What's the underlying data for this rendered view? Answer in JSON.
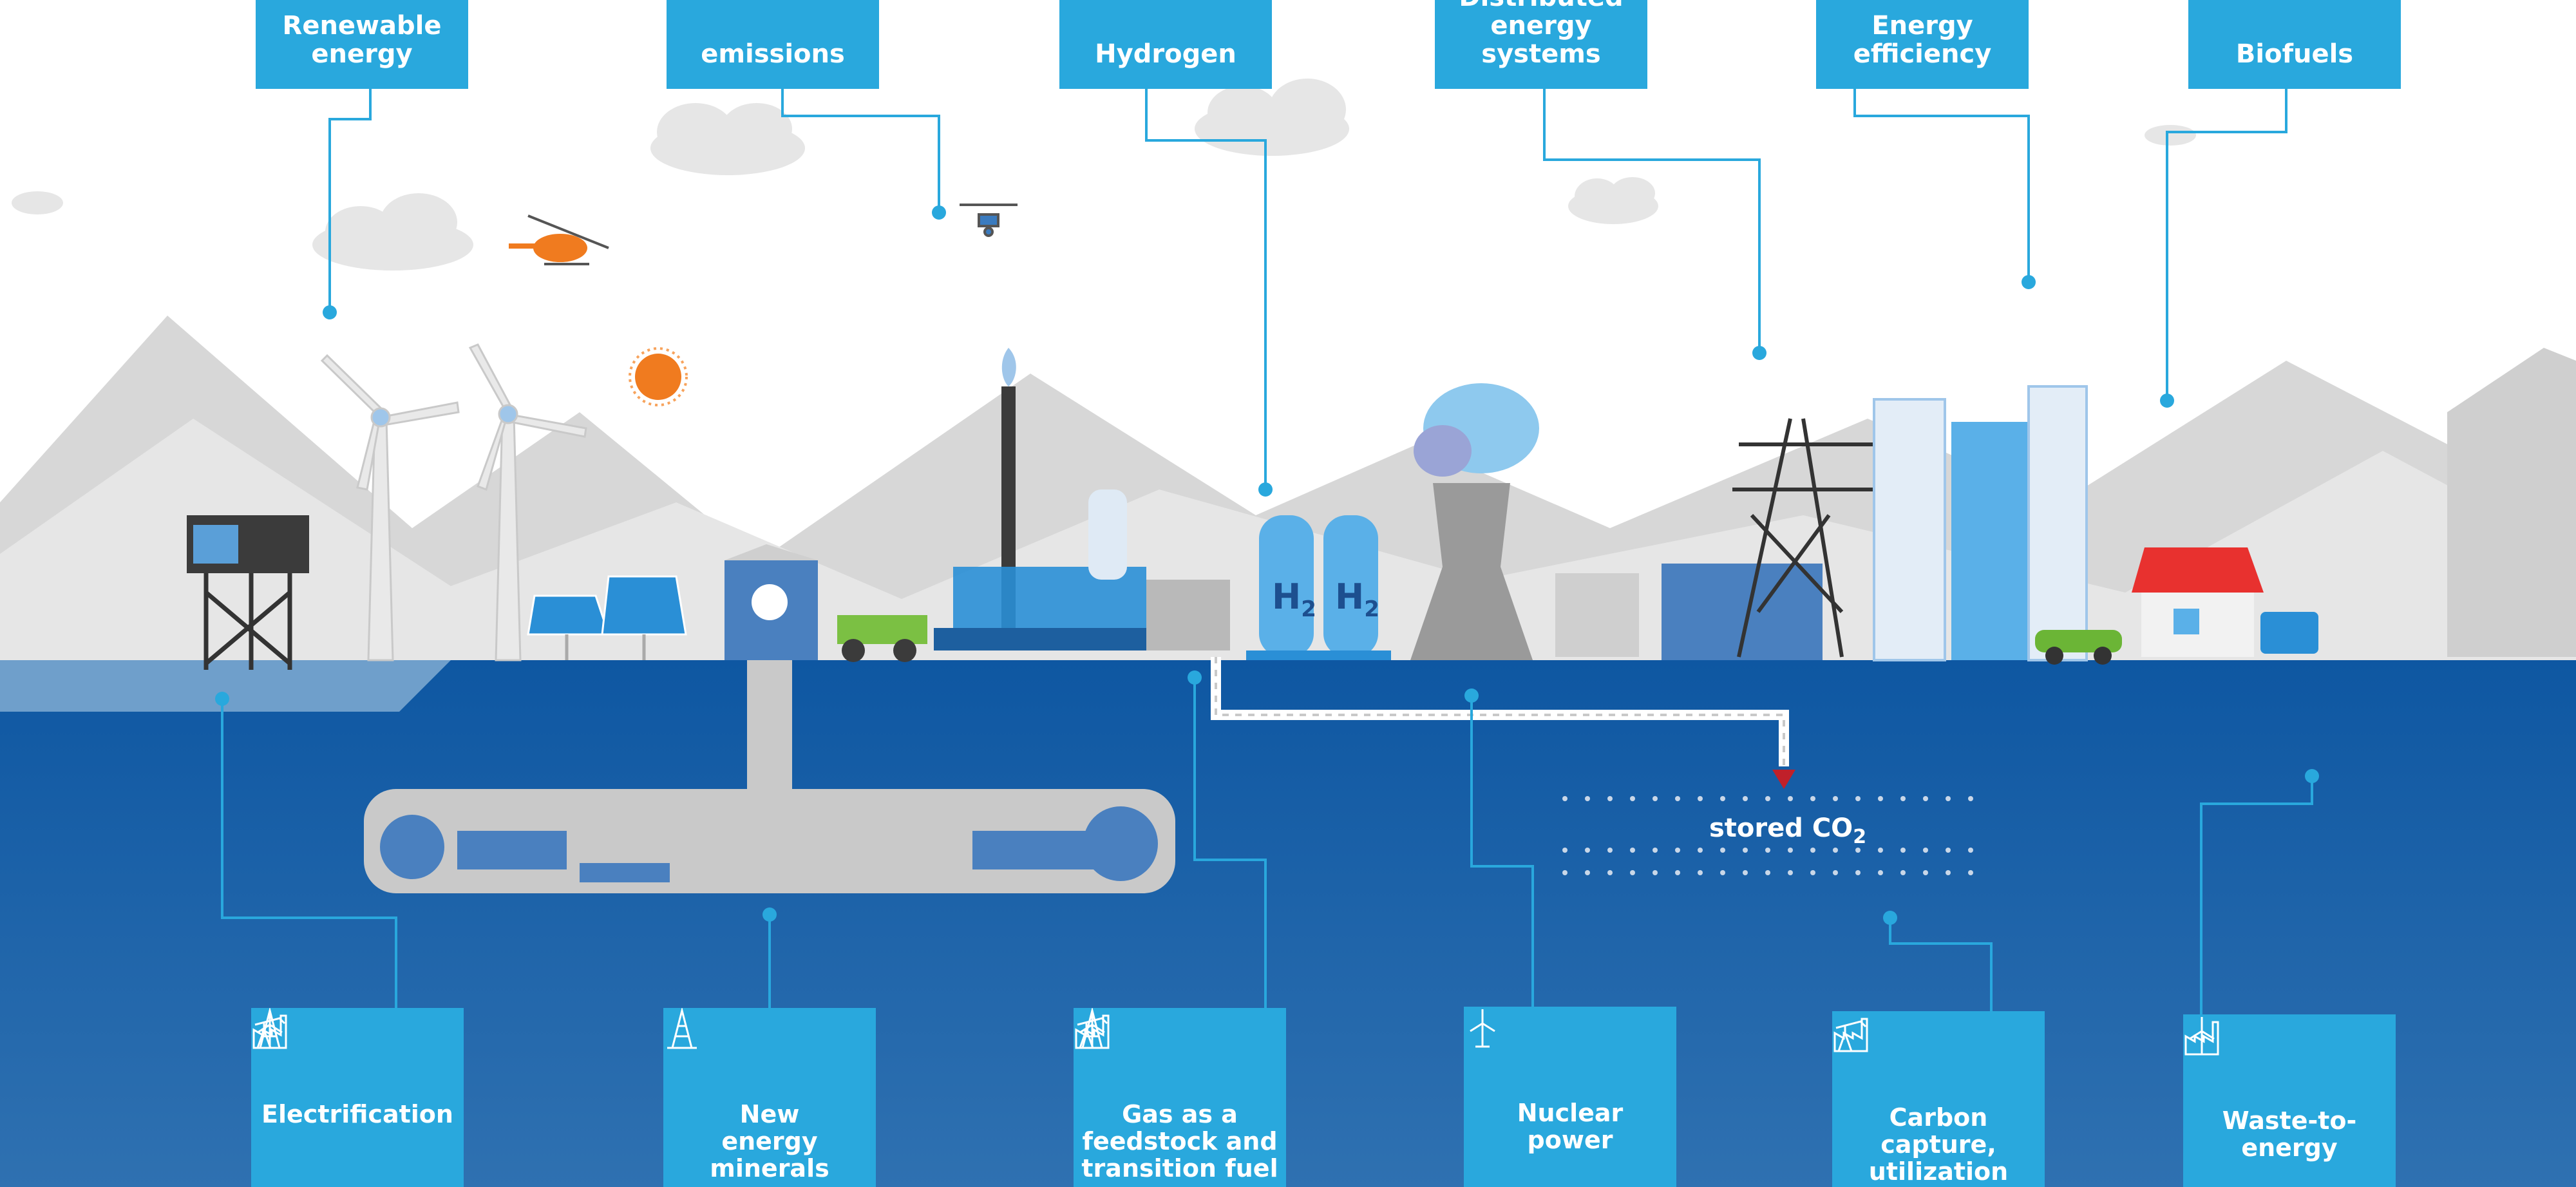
{
  "top_labels": [
    {
      "id": "renewable",
      "text": "Renewable\nenergy"
    },
    {
      "id": "emissions",
      "text": "emissions"
    },
    {
      "id": "hydrogen",
      "text": "Hydrogen"
    },
    {
      "id": "distributed",
      "text": "Distributed\nenergy systems"
    },
    {
      "id": "efficiency",
      "text": "Energy\nefficiency"
    },
    {
      "id": "biofuels",
      "text": "Biofuels"
    }
  ],
  "bottom_labels": [
    {
      "id": "electrification",
      "text": "Electrification",
      "icons": [
        "oil-pump-icon",
        "factory-icon",
        "oil-rig-icon",
        "wind-turbine-icon"
      ]
    },
    {
      "id": "minerals",
      "text": "New\nenergy\nminerals",
      "icons": [
        "oil-rig-icon"
      ]
    },
    {
      "id": "gas",
      "text": "Gas as a\nfeedstock and\ntransition fuel",
      "icons": [
        "oil-pump-icon",
        "factory-icon",
        "oil-rig-icon",
        "wind-turbine-icon"
      ]
    },
    {
      "id": "nuclear",
      "text": "Nuclear\npower",
      "icons": [
        "wind-turbine-icon"
      ]
    },
    {
      "id": "ccus",
      "text": "Carbon capture,\nutilization\nand storage",
      "icons": [
        "oil-pump-icon",
        "factory-icon"
      ]
    },
    {
      "id": "waste",
      "text": "Waste-to-\nenergy",
      "icons": [
        "wind-turbine-icon",
        "factory-icon"
      ]
    }
  ],
  "hydrogen_tanks": [
    "H",
    "H"
  ],
  "hydrogen_subscript": "2",
  "stored": {
    "text": "stored CO",
    "subscript": "2"
  },
  "colors": {
    "label_box": "#29a8dd",
    "connector": "#29a8dd",
    "sky": "#ffffff",
    "ground_top": "#0e5aa4",
    "ground_bottom": "#2e6fb0",
    "mountains": "#d9d9d9",
    "sun": "#f07b1f",
    "roof": "#e8312f",
    "car": "#6bb536"
  }
}
